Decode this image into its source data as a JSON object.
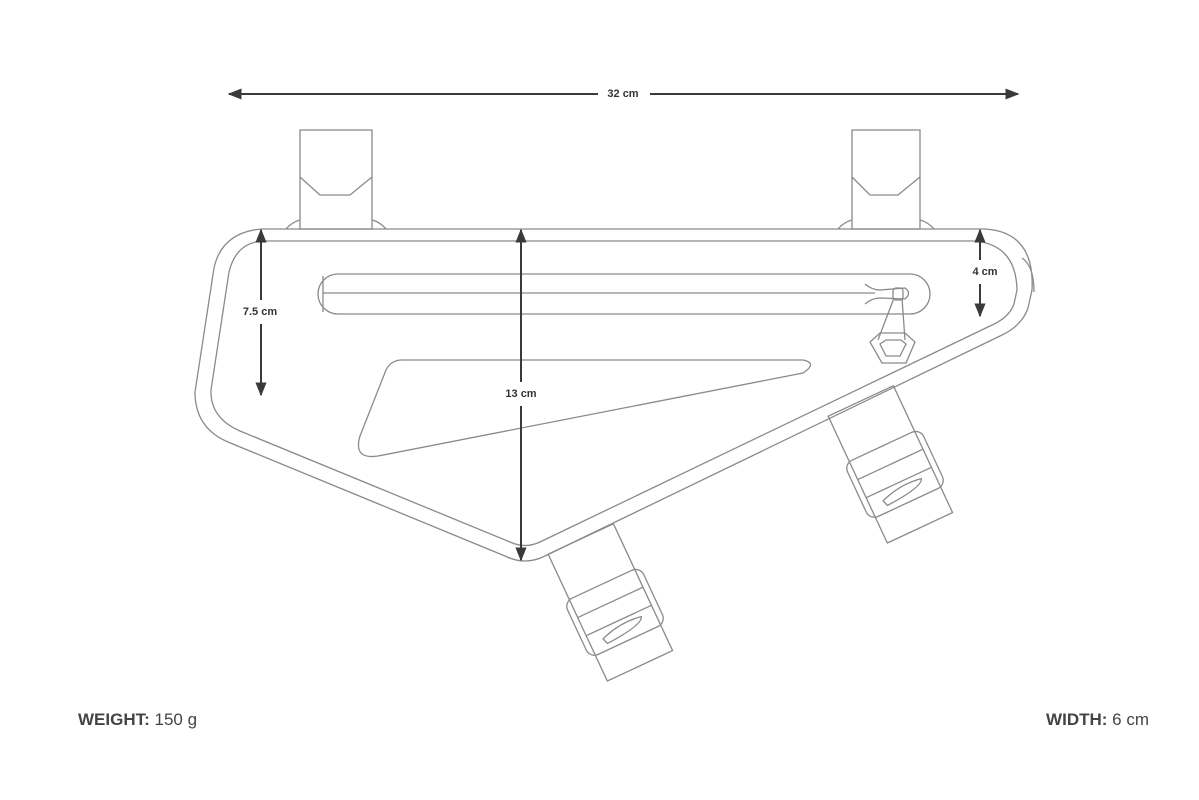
{
  "dimensions": {
    "length": "32 cm",
    "front_height": "7.5 cm",
    "max_height": "13 cm",
    "rear_height": "4 cm"
  },
  "specs": {
    "weight_label": "WEIGHT:",
    "weight_value": "150 g",
    "width_label": "WIDTH:",
    "width_value": "6 cm"
  },
  "colors": {
    "outline": "#8a8a8a",
    "dimension": "#3a3a3a"
  }
}
